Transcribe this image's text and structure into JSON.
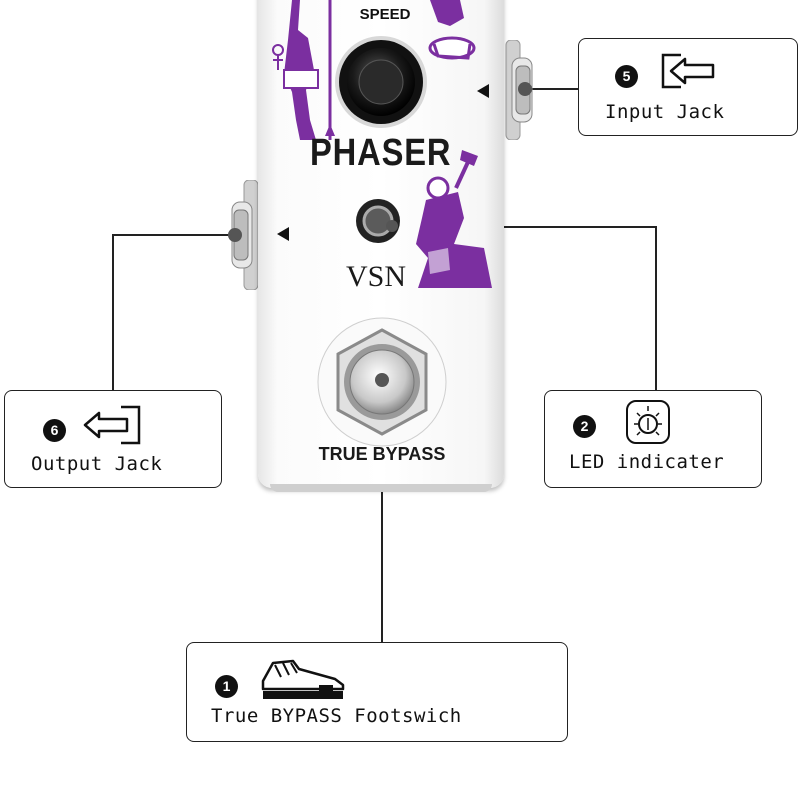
{
  "pedal": {
    "speed_label": "SPEED",
    "model_name": "PHASER",
    "brand": "VSN",
    "switch_label": "TRUE BYPASS",
    "accent_color": "#7b2fa0"
  },
  "callouts": [
    {
      "number": "5",
      "label": "Input Jack",
      "icon": "input-jack-icon"
    },
    {
      "number": "6",
      "label": "Output Jack",
      "icon": "output-jack-icon"
    },
    {
      "number": "2",
      "label": "LED indicater",
      "icon": "led-icon"
    },
    {
      "number": "1",
      "label": "True BYPASS Footswich",
      "icon": "footswitch-icon"
    }
  ]
}
